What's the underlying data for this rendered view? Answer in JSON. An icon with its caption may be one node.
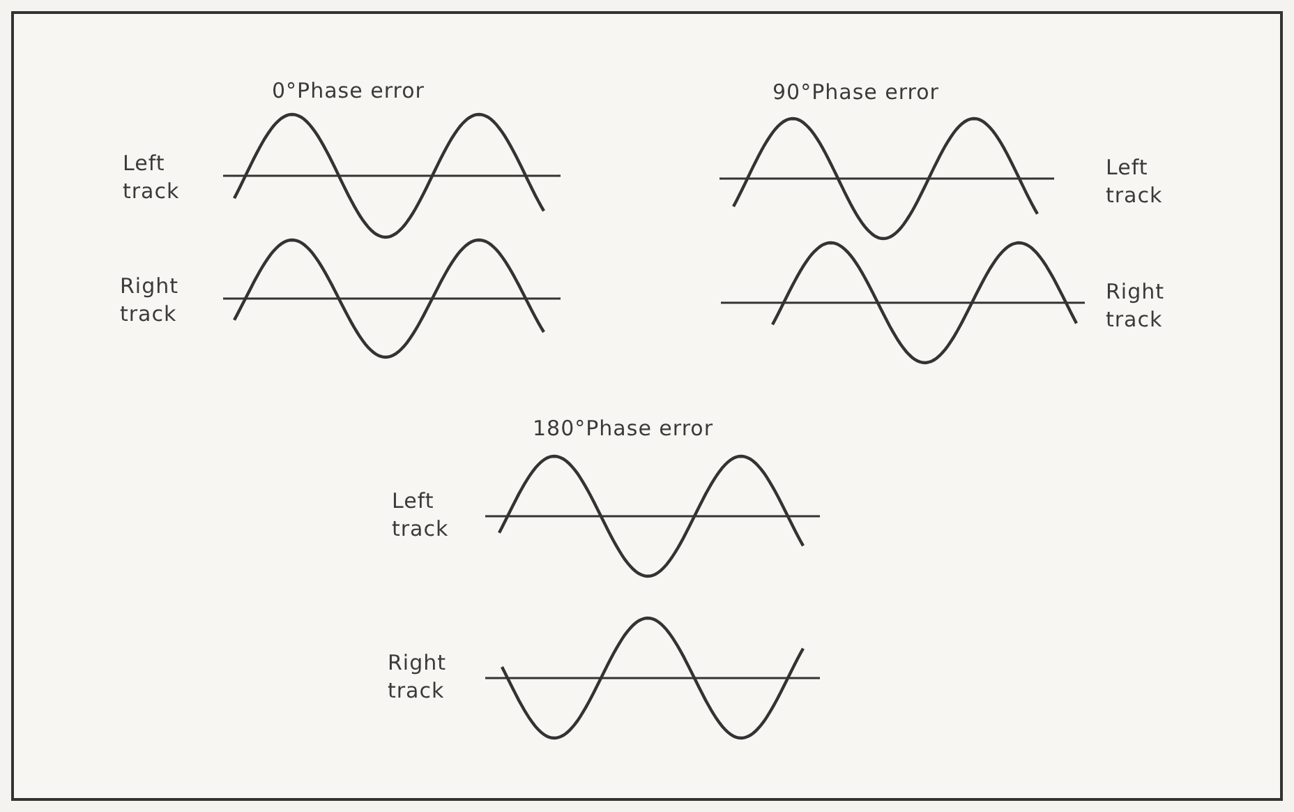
{
  "diagram": {
    "labels": [
      "0°Phase error",
      "Left track",
      "Right track",
      "90°Phase error",
      "Left track",
      "Right track",
      "180°Phase error",
      "Left track",
      "Right track"
    ]
  }
}
